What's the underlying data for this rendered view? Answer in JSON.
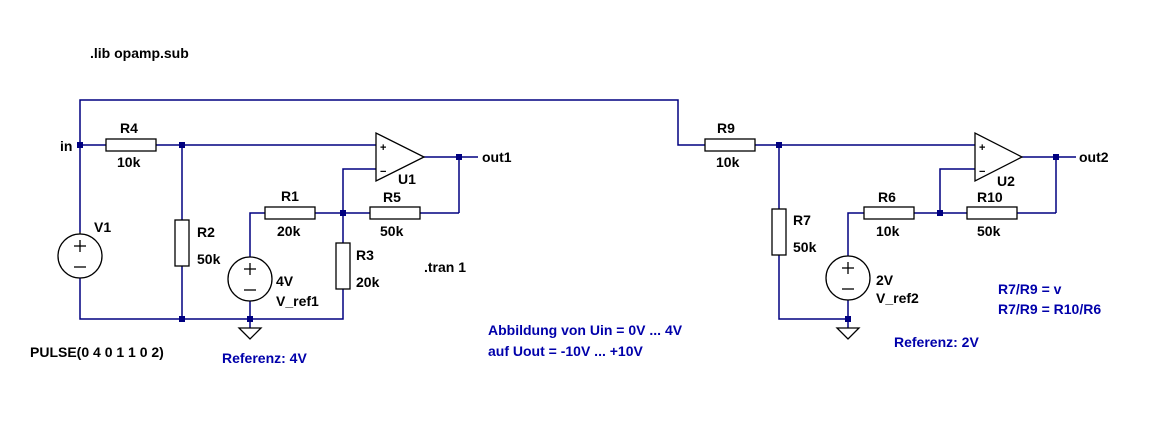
{
  "directives": {
    "lib": ".lib opamp.sub",
    "tran": ".tran 1",
    "pulse": "PULSE(0 4 0 1 1 0 2)"
  },
  "nets": {
    "in": "in",
    "out1": "out1",
    "out2": "out2"
  },
  "components": {
    "R1": {
      "name": "R1",
      "value": "20k"
    },
    "R2": {
      "name": "R2",
      "value": "50k"
    },
    "R3": {
      "name": "R3",
      "value": "20k"
    },
    "R4": {
      "name": "R4",
      "value": "10k"
    },
    "R5": {
      "name": "R5",
      "value": "50k"
    },
    "R6": {
      "name": "R6",
      "value": "10k"
    },
    "R7": {
      "name": "R7",
      "value": "50k"
    },
    "R9": {
      "name": "R9",
      "value": "10k"
    },
    "R10": {
      "name": "R10",
      "value": "50k"
    },
    "U1": {
      "name": "U1"
    },
    "U2": {
      "name": "U2"
    },
    "V1": {
      "name": "V1"
    },
    "V_ref1": {
      "name": "V_ref1",
      "value": "4V"
    },
    "V_ref2": {
      "name": "V_ref2",
      "value": "2V"
    }
  },
  "opamp_pins": {
    "plus": "+",
    "minus": "−"
  },
  "notes": {
    "ref1": "Referenz: 4V",
    "ref2": "Referenz: 2V",
    "mapping_line1": "Abbildung von Uin =  0V ... 4V",
    "mapping_line2": "auf Uout = -10V ... +10V",
    "formula1": "R7/R9 = v",
    "formula2": "R7/R9 = R10/R6"
  },
  "colors": {
    "wire": "#000080",
    "note_text": "#0000aa",
    "label_text": "#000000"
  }
}
